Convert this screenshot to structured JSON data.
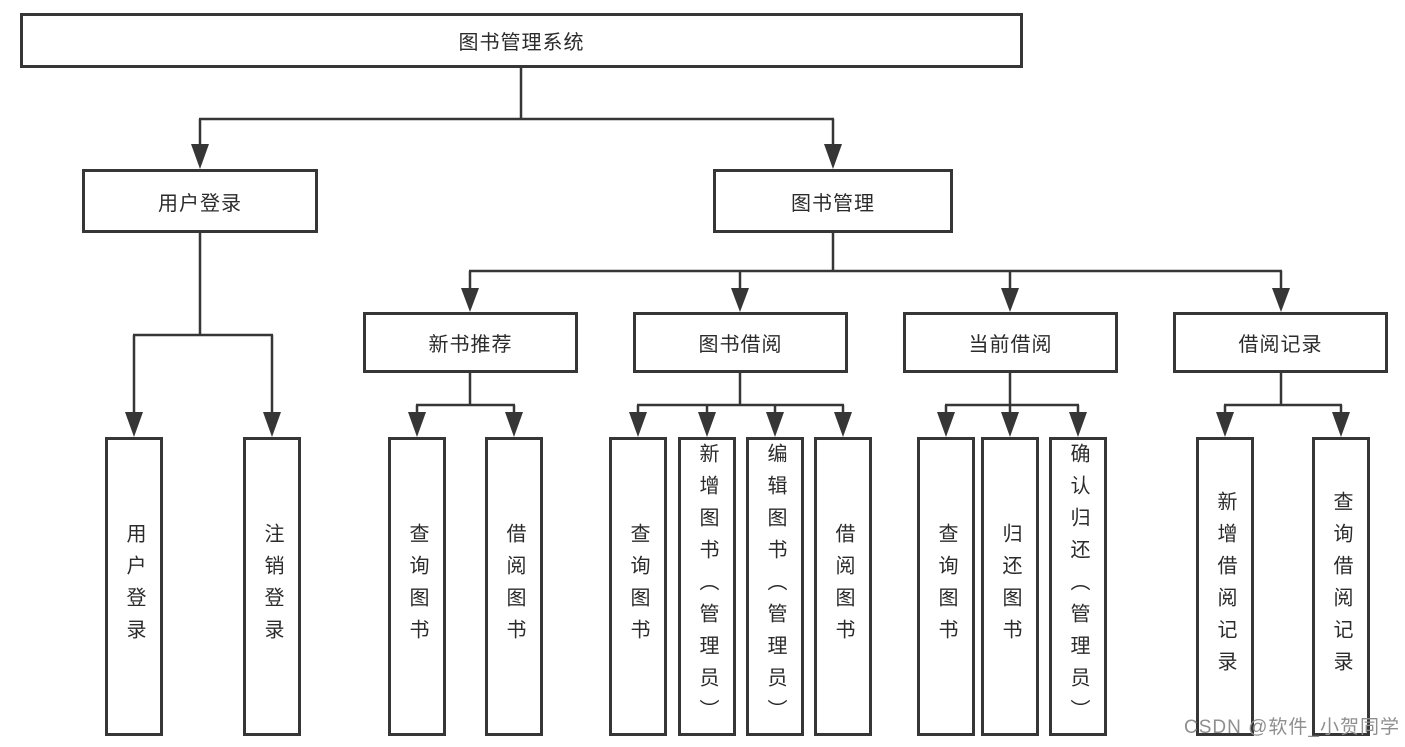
{
  "nodes": {
    "root": "图书管理系统",
    "user_login_branch": "用户登录",
    "book_mgmt_branch": "图书管理",
    "new_book_rec": "新书推荐",
    "book_borrow": "图书借阅",
    "current_borrow": "当前借阅",
    "borrow_records": "借阅记录",
    "leaf_user_login": "用户登录",
    "leaf_logout": "注销登录",
    "leaf_nb_query": "查询图书",
    "leaf_nb_borrow": "借阅图书",
    "leaf_bb_query": "查询图书",
    "leaf_bb_add": "新增图书（管理员）",
    "leaf_bb_edit": "编辑图书（管理员）",
    "leaf_bb_borrow": "借阅图书",
    "leaf_cb_query": "查询图书",
    "leaf_cb_return": "归还图书",
    "leaf_cb_confirm": "确认归还（管理员）",
    "leaf_br_add": "新增借阅记录",
    "leaf_br_query": "查询借阅记录"
  },
  "watermark": {
    "text": "CSDN @软件_小贺同学"
  },
  "colors": {
    "line": "#363636",
    "box_border": "#363636",
    "box_fill": "#ffffff",
    "text": "#2b2b2b",
    "watermark": "#8f8f8f",
    "background": "#ffffff"
  }
}
